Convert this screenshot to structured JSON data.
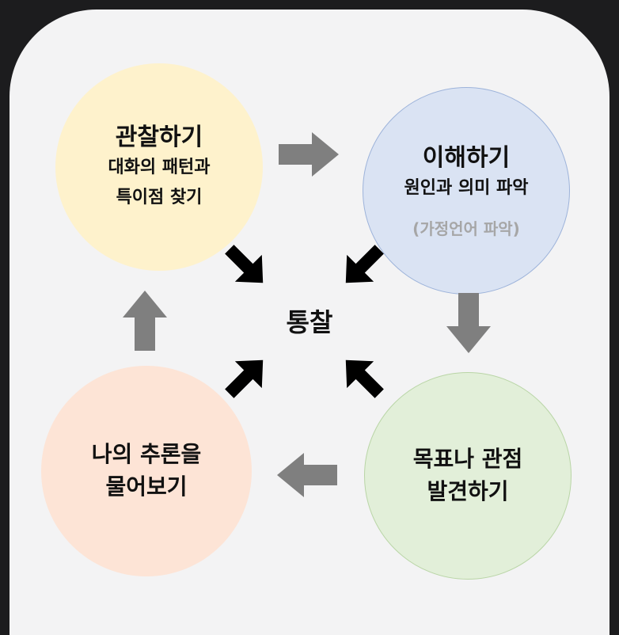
{
  "nodes": {
    "observe": {
      "title": "관찰하기",
      "line1": "대화의 패턴과",
      "line2": "특이점 찾기"
    },
    "understand": {
      "title": "이해하기",
      "line1": "원인과 의미 파악",
      "note": "(가정언어 파악)"
    },
    "goal": {
      "line1": "목표나 관점",
      "line2": "발견하기"
    },
    "ask": {
      "line1": "나의 추론을",
      "line2": "물어보기"
    }
  },
  "center": {
    "label": "통찰"
  },
  "colors": {
    "observe_fill": "#fef2cc",
    "understand_fill": "#dae3f3",
    "goal_fill": "#e2efd9",
    "ask_fill": "#fde4d6",
    "cycle_arrow": "#7f7f7f",
    "insight_arrow": "#000000"
  }
}
